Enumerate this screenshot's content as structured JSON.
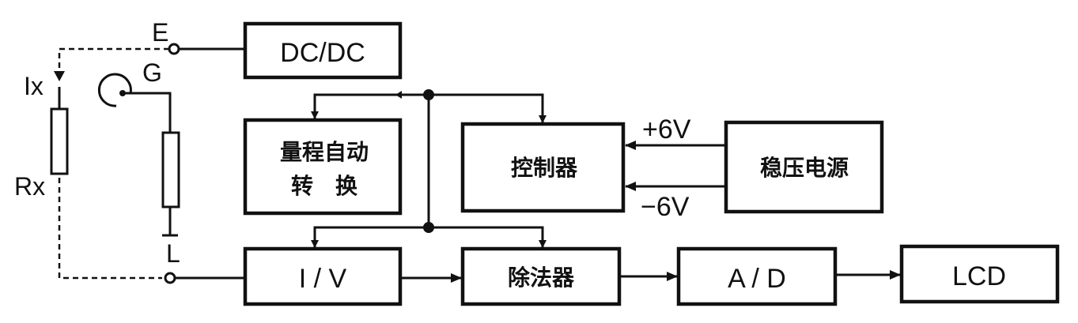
{
  "terminals": {
    "e": "E",
    "g": "G",
    "l": "L"
  },
  "labels": {
    "ix": "Ix",
    "rx": "Rx"
  },
  "blocks": {
    "dcdc": "DC/DC",
    "range_line1": "量程自动",
    "range_line2": "转　换",
    "controller": "控制器",
    "power_supply": "稳压电源",
    "iv": "I / V",
    "divider": "除法器",
    "ad": "A / D",
    "lcd": "LCD"
  },
  "voltages": {
    "plus": "+6V",
    "minus": "−6V"
  }
}
